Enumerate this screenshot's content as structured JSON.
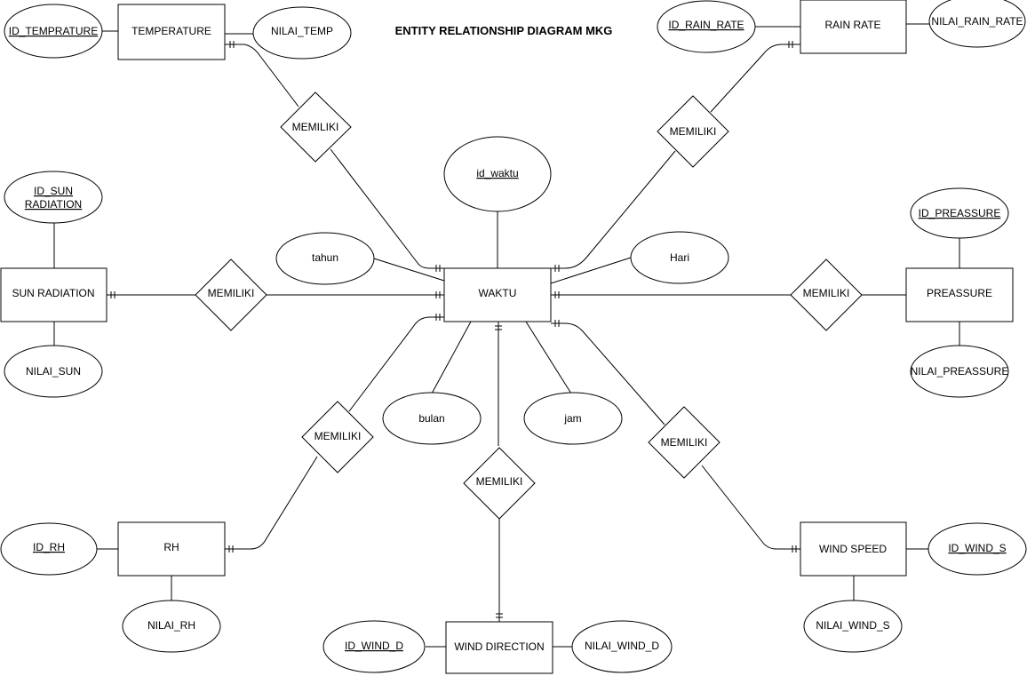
{
  "title": "ENTITY RELATIONSHIP DIAGRAM MKG",
  "entities": {
    "temperature": "TEMPERATURE",
    "rain_rate": "RAIN RATE",
    "sun_radiation": "SUN RADIATION",
    "waktu": "WAKTU",
    "preassure": "PREASSURE",
    "rh": "RH",
    "wind_speed": "WIND SPEED",
    "wind_direction": "WIND DIRECTION"
  },
  "attributes": {
    "id_temprature": "ID_TEMPRATURE",
    "nilai_temp": "NILAI_TEMP",
    "id_rain_rate": "ID_RAIN_RATE",
    "nilai_rain_rate": "NILAI_RAIN_RATE",
    "id_sun_line1": "ID_SUN",
    "id_sun_line2": "RADIATION",
    "nilai_sun": "NILAI_SUN",
    "id_waktu": "id_waktu",
    "tahun": "tahun",
    "hari": "Hari",
    "bulan": "bulan",
    "jam": "jam",
    "id_preassure": "ID_PREASSURE",
    "nilai_preassure": "NILAI_PREASSURE",
    "id_rh": "ID_RH",
    "nilai_rh": "NILAI_RH",
    "id_wind_s": "ID_WIND_S",
    "nilai_wind_s": "NILAI_WIND_S",
    "id_wind_d": "ID_WIND_D",
    "nilai_wind_d": "NILAI_WIND_D"
  },
  "relationships": {
    "temp": "MEMILIKI",
    "rain": "MEMILIKI",
    "sun": "MEMILIKI",
    "preassure": "MEMILIKI",
    "rh": "MEMILIKI",
    "wind_speed": "MEMILIKI",
    "wind_direction": "MEMILIKI"
  }
}
